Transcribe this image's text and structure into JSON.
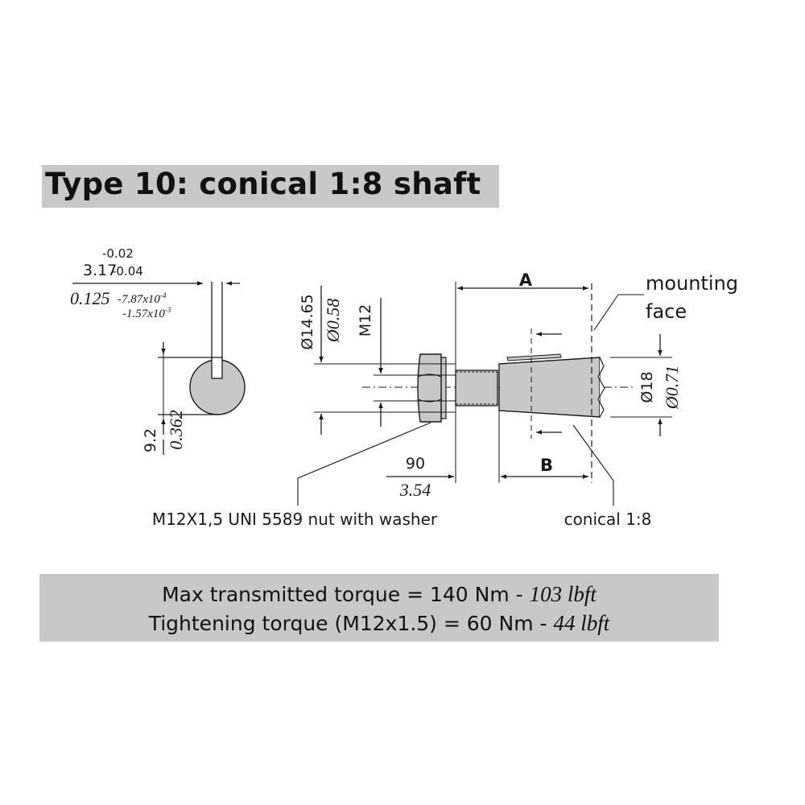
{
  "title": "Type 10: conical 1:8 shaft",
  "key": {
    "width_mm": "3.17",
    "tol_upper_mm": "-0.02",
    "tol_lower_mm": "-0.04",
    "width_in": "0.125",
    "tol_upper_in": "-7.87x10",
    "tol_upper_in_exp": "-4",
    "tol_lower_in": "-1.57x10",
    "tol_lower_in_exp": "-3",
    "height_mm": "9.2",
    "height_in": "0.362"
  },
  "side": {
    "nut_dia_mm": "Ø14.65",
    "nut_dia_in": "Ø0.58",
    "thread": "M12",
    "dim_a": "A",
    "dim_b": "B",
    "length_mm": "90",
    "length_in": "3.54",
    "shaft_dia_mm": "Ø18",
    "shaft_dia_in": "Ø0.71",
    "mounting_face_1": "mounting",
    "mounting_face_2": "face",
    "nut_note": "M12X1,5 UNI 5589 nut with washer",
    "cone_note": "conical 1:8"
  },
  "torque": {
    "max_label": "Max transmitted torque =  140 Nm -",
    "max_imperial": "103 lbft",
    "tight_label": "Tightening torque (M12x1.5) = 60 Nm -",
    "tight_imperial": "44 lbft"
  }
}
